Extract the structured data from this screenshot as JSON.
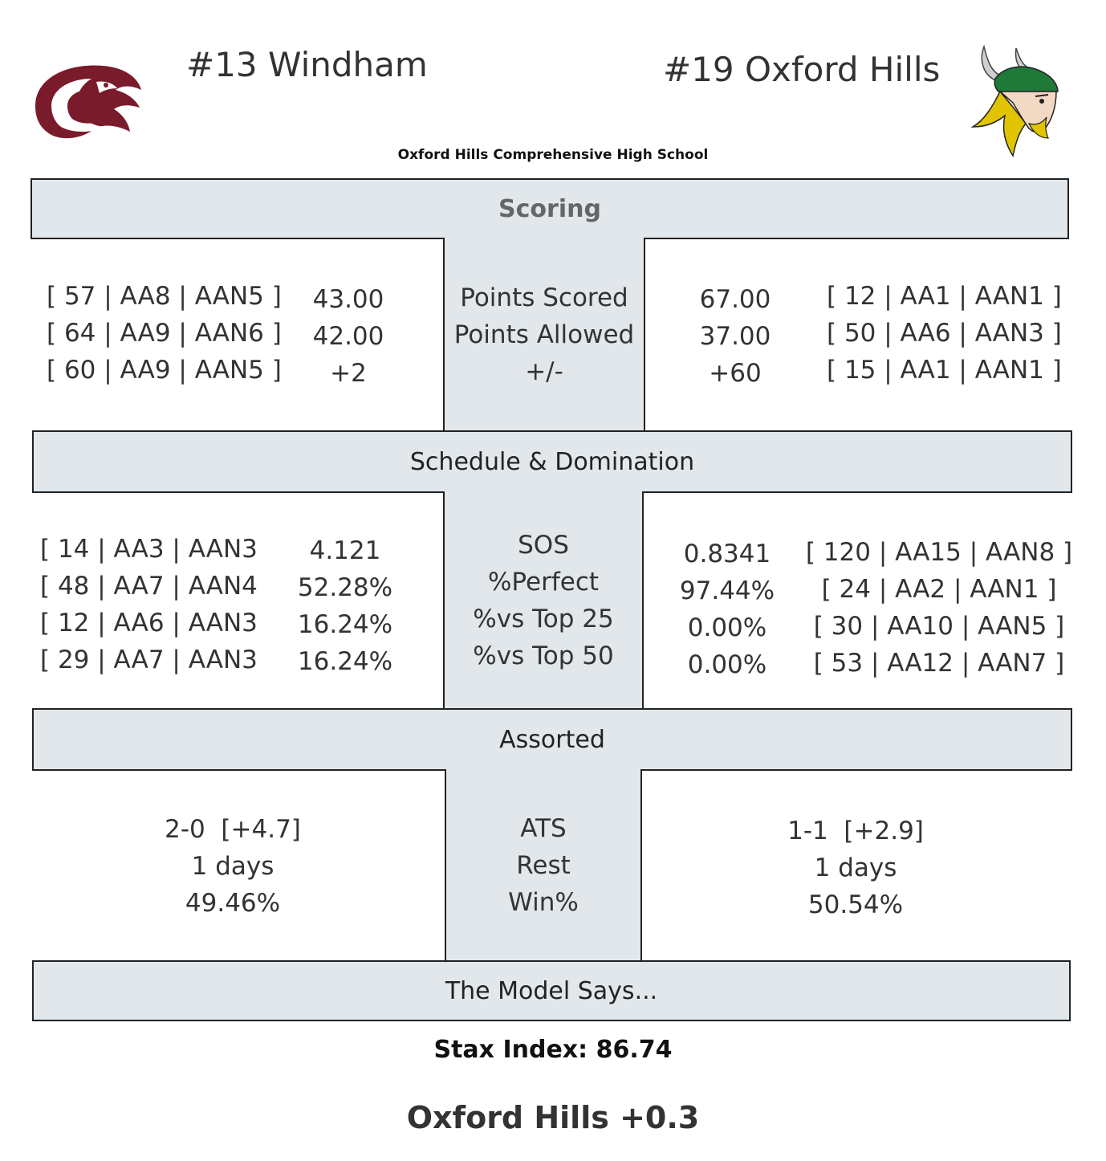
{
  "header": {
    "home_team": "#13 Windham",
    "away_team": "#19 Oxford Hills",
    "venue": "Oxford Hills Comprehensive High School",
    "home_logo_icon": "eagle-head-icon",
    "away_logo_icon": "viking-head-icon"
  },
  "colors": {
    "panel_bg": "#e1e7ea",
    "border": "#222222",
    "windham_maroon": "#7a1b2b",
    "oxford_green": "#1f7a3a",
    "oxford_gold": "#e0c400"
  },
  "sections": {
    "scoring": {
      "title": "Scoring",
      "labels": [
        "Points Scored",
        "Points Allowed",
        "+/-"
      ],
      "home_ranks": [
        "[ 57 | AA8 | AAN5 ]",
        "[ 64 | AA9 | AAN6 ]",
        "[ 60 | AA9 | AAN5 ]"
      ],
      "home_values": [
        "43.00",
        "42.00",
        "+2"
      ],
      "away_values": [
        "67.00",
        "37.00",
        "+60"
      ],
      "away_ranks": [
        "[ 12 | AA1 | AAN1 ]",
        "[ 50 | AA6 | AAN3 ]",
        "[ 15 | AA1 | AAN1 ]"
      ]
    },
    "schedule": {
      "title": "Schedule & Domination",
      "labels": [
        "SOS",
        "%Perfect",
        "%vs Top 25",
        "%vs Top 50"
      ],
      "home_ranks": [
        "[ 14 | AA3 | AAN3 ]",
        "[ 48 | AA7 | AAN4 ]",
        "[ 12 | AA6 | AAN3 ]",
        "[ 29 | AA7 | AAN3 ]"
      ],
      "home_values": [
        "4.121",
        "52.28%",
        "16.24%",
        "16.24%"
      ],
      "away_values": [
        "0.8341",
        "97.44%",
        "0.00%",
        "0.00%"
      ],
      "away_ranks": [
        "[ 120 | AA15 | AAN8 ]",
        "[ 24 | AA2 | AAN1 ]",
        "[ 30 | AA10 | AAN5 ]",
        "[ 53 | AA12 | AAN7 ]"
      ]
    },
    "assorted": {
      "title": "Assorted",
      "labels": [
        "ATS",
        "Rest",
        "Win%"
      ],
      "home_values": [
        "2-0  [+4.7]",
        "1 days",
        "49.46%"
      ],
      "away_values": [
        "1-1  [+2.9]",
        "1 days",
        "50.54%"
      ]
    },
    "model": {
      "title": "The Model Says...",
      "stax": "Stax Index: 86.74",
      "verdict": "Oxford Hills +0.3"
    }
  }
}
